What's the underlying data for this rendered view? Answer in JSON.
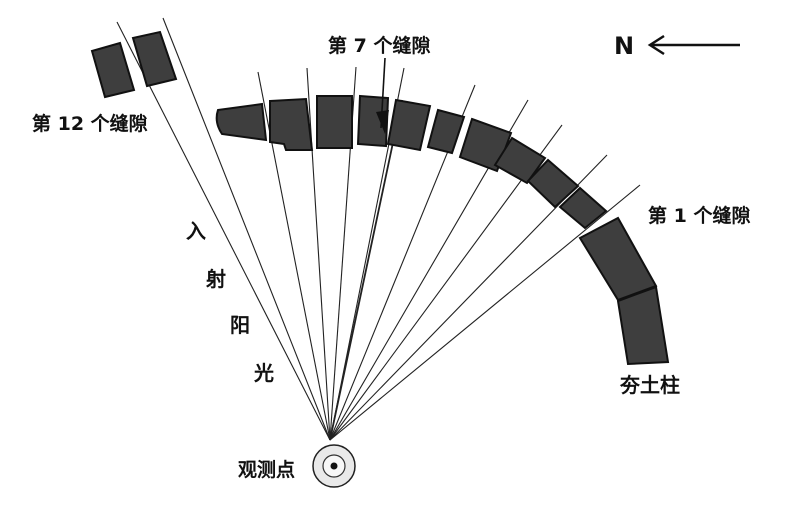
{
  "labels": {
    "gap_7": "第 7 个缝隙",
    "gap_12": "第 12 个缝隙",
    "gap_1": "第 1 个缝隙",
    "pillars": "夯土柱",
    "observation_point": "观测点",
    "north": "N",
    "incident_light_chars": [
      "入",
      "射",
      "阳",
      "光"
    ]
  },
  "colors": {
    "pillar_fill": "#3e3e3e",
    "line": "#222222",
    "background": "#ffffff"
  }
}
